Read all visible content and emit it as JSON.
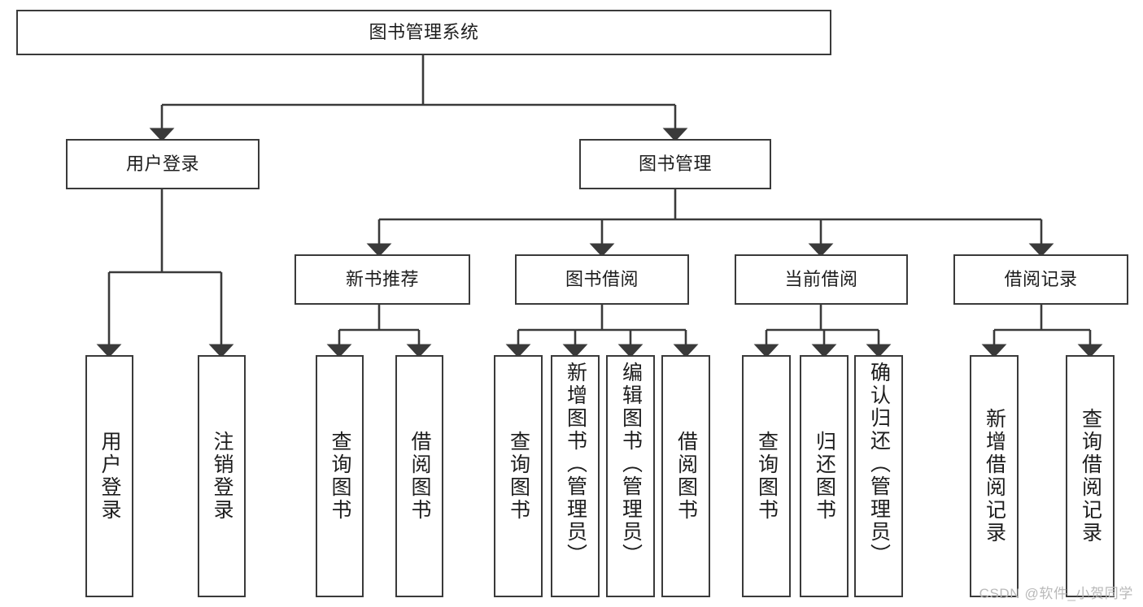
{
  "diagram": {
    "type": "tree",
    "title": "图书管理系统",
    "watermark": "CSDN @软件_小贺同学",
    "colors": {
      "stroke": "#3a3a3a",
      "fill": "#ffffff",
      "text": "#1d1d1d",
      "watermark": "#b9b9b9"
    },
    "root": {
      "label": "图书管理系统"
    },
    "level2": [
      {
        "label": "用户登录"
      },
      {
        "label": "图书管理"
      }
    ],
    "level3": [
      {
        "label": "新书推荐"
      },
      {
        "label": "图书借阅"
      },
      {
        "label": "当前借阅"
      },
      {
        "label": "借阅记录"
      }
    ],
    "leaves": {
      "user_login": [
        {
          "label": "用户登录"
        },
        {
          "label": "注销登录"
        }
      ],
      "new_book_rec": [
        {
          "label": "查询图书"
        },
        {
          "label": "借阅图书"
        }
      ],
      "book_borrow": [
        {
          "label": "查询图书"
        },
        {
          "label": "新增图书（管理员）"
        },
        {
          "label": "编辑图书（管理员）"
        },
        {
          "label": "借阅图书"
        }
      ],
      "current_borrow": [
        {
          "label": "查询图书"
        },
        {
          "label": "归还图书"
        },
        {
          "label": "确认归还（管理员）"
        }
      ],
      "borrow_record": [
        {
          "label": "新增借阅记录"
        },
        {
          "label": "查询借阅记录"
        }
      ]
    }
  }
}
